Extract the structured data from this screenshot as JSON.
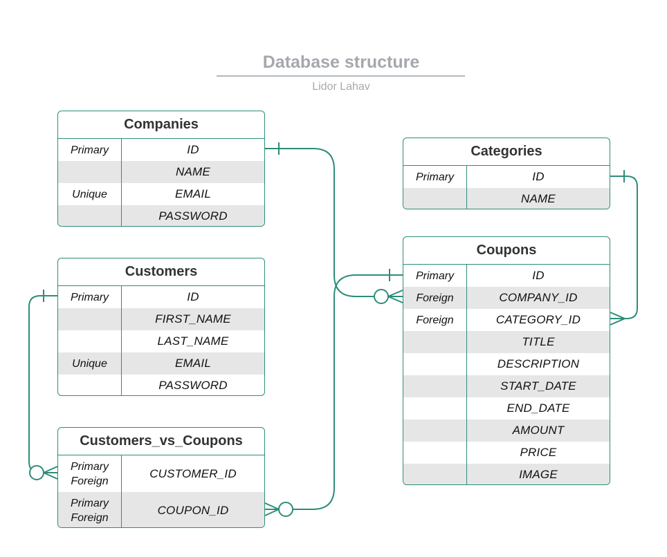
{
  "header": {
    "title": "Database structure",
    "subtitle": "Lidor Lahav"
  },
  "colors": {
    "line": "#2c8c78",
    "shade": "#e6e6e6",
    "title": "#a5a8ad"
  },
  "entities": {
    "companies": {
      "name": "Companies",
      "rows": [
        {
          "key": "Primary",
          "field": "ID"
        },
        {
          "key": "",
          "field": "NAME"
        },
        {
          "key": "Unique",
          "field": "EMAIL"
        },
        {
          "key": "",
          "field": "PASSWORD"
        }
      ]
    },
    "customers": {
      "name": "Customers",
      "rows": [
        {
          "key": "Primary",
          "field": "ID"
        },
        {
          "key": "",
          "field": "FIRST_NAME"
        },
        {
          "key": "",
          "field": "LAST_NAME"
        },
        {
          "key": "Unique",
          "field": "EMAIL"
        },
        {
          "key": "",
          "field": "PASSWORD"
        }
      ]
    },
    "customers_vs_coupons": {
      "name": "Customers_vs_Coupons",
      "rows": [
        {
          "key1": "Primary",
          "key2": "Foreign",
          "field": "CUSTOMER_ID"
        },
        {
          "key1": "Primary",
          "key2": "Foreign",
          "field": "COUPON_ID"
        }
      ]
    },
    "categories": {
      "name": "Categories",
      "rows": [
        {
          "key": "Primary",
          "field": "ID"
        },
        {
          "key": "",
          "field": "NAME"
        }
      ]
    },
    "coupons": {
      "name": "Coupons",
      "rows": [
        {
          "key": "Primary",
          "field": "ID"
        },
        {
          "key": "Foreign",
          "field": "COMPANY_ID"
        },
        {
          "key": "Foreign",
          "field": "CATEGORY_ID"
        },
        {
          "key": "",
          "field": "TITLE"
        },
        {
          "key": "",
          "field": "DESCRIPTION"
        },
        {
          "key": "",
          "field": "START_DATE"
        },
        {
          "key": "",
          "field": "END_DATE"
        },
        {
          "key": "",
          "field": "AMOUNT"
        },
        {
          "key": "",
          "field": "PRICE"
        },
        {
          "key": "",
          "field": "IMAGE"
        }
      ]
    }
  },
  "relationships": [
    {
      "from": "Companies.ID",
      "to": "Coupons.COMPANY_ID",
      "from_cardinality": "one",
      "to_cardinality": "zero-or-many"
    },
    {
      "from": "Categories.ID",
      "to": "Coupons.CATEGORY_ID",
      "from_cardinality": "one",
      "to_cardinality": "many"
    },
    {
      "from": "Customers.ID",
      "to": "Customers_vs_Coupons.CUSTOMER_ID",
      "from_cardinality": "one",
      "to_cardinality": "zero-or-many"
    },
    {
      "from": "Coupons.ID",
      "to": "Customers_vs_Coupons.COUPON_ID",
      "from_cardinality": "one",
      "to_cardinality": "zero-or-many"
    }
  ]
}
